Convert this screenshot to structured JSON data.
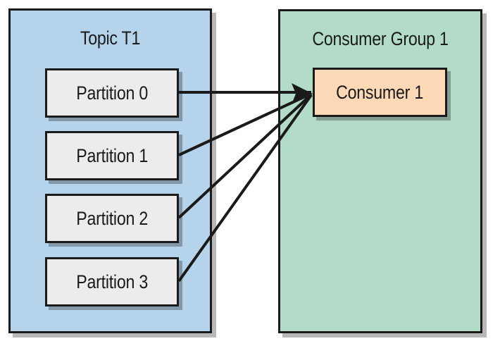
{
  "topic": {
    "title": "Topic T1",
    "partitions": [
      {
        "label": "Partition 0"
      },
      {
        "label": "Partition 1"
      },
      {
        "label": "Partition 2"
      },
      {
        "label": "Partition 3"
      }
    ]
  },
  "consumer_group": {
    "title": "Consumer Group 1",
    "consumers": [
      {
        "label": "Consumer 1"
      }
    ]
  },
  "colors": {
    "topic_panel": "#b5d3ea",
    "group_panel": "#b3dcc8",
    "partition_box": "#ececec",
    "consumer_box": "#fbd9b6",
    "stroke": "#1a1a1a"
  },
  "edges": [
    {
      "from": "Partition 0",
      "to": "Consumer 1"
    },
    {
      "from": "Partition 1",
      "to": "Consumer 1"
    },
    {
      "from": "Partition 2",
      "to": "Consumer 1"
    },
    {
      "from": "Partition 3",
      "to": "Consumer 1"
    }
  ]
}
